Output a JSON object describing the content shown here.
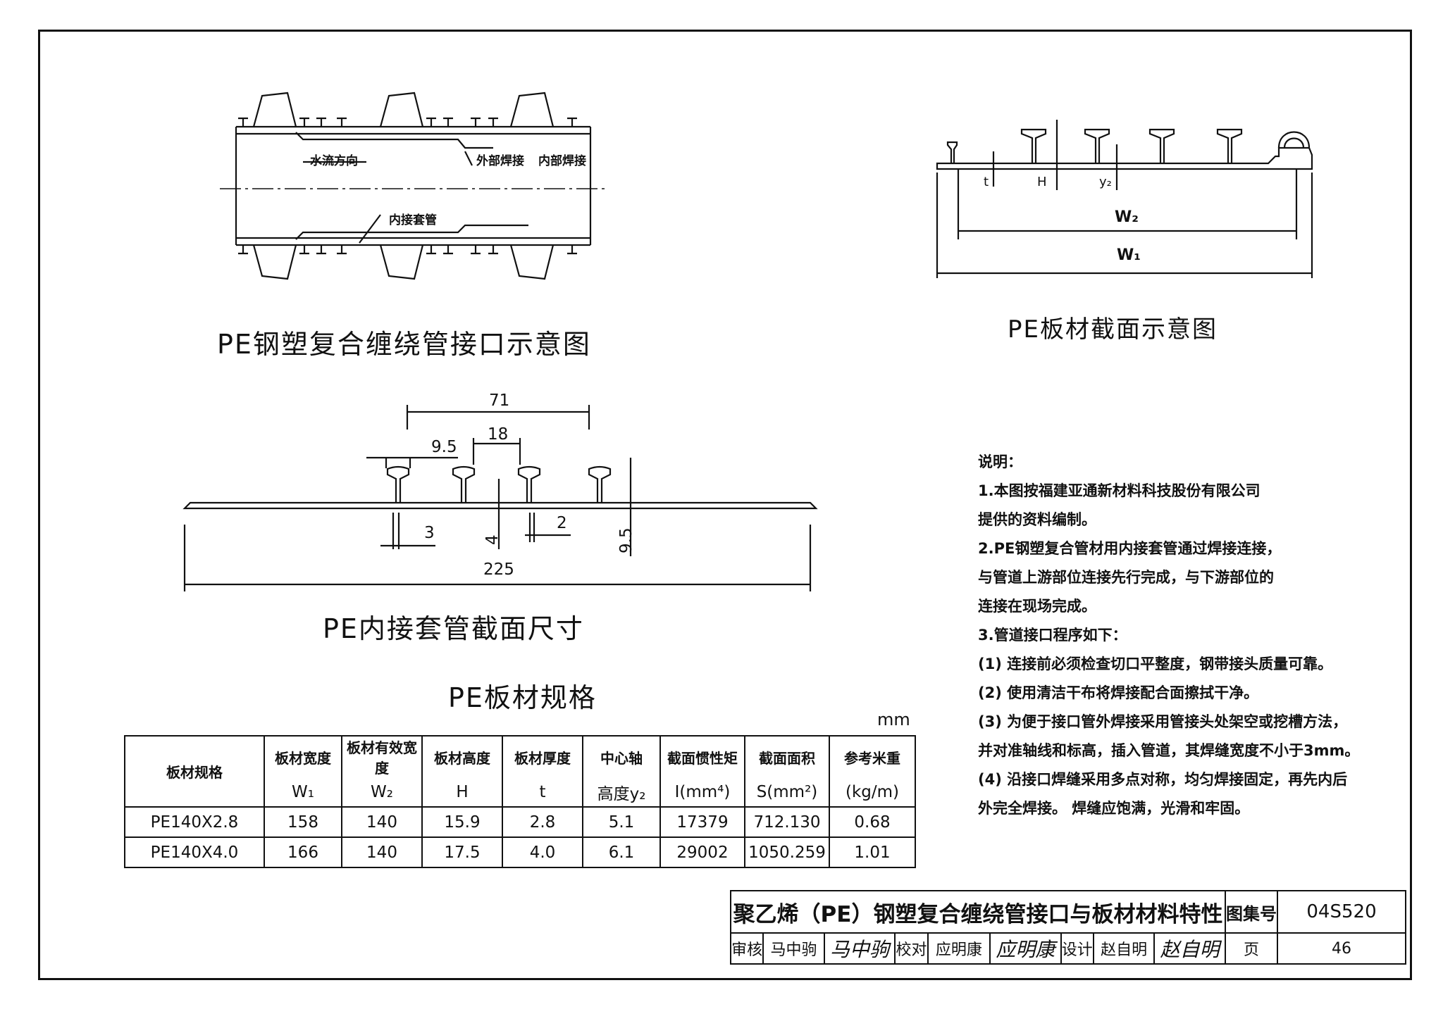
{
  "captions": {
    "joint": "PE钢塑复合缠绕管接口示意图",
    "section": "PE板材截面示意图",
    "sleeve": "PE内接套管截面尺寸",
    "table_title": "PE板材规格"
  },
  "joint_labels": {
    "flow": "水流方向",
    "outer_weld": "外部焊接",
    "inner_weld": "内部焊接",
    "sleeve": "内接套管"
  },
  "section_labels": {
    "t": "t",
    "H": "H",
    "y2": "y₂",
    "W2": "W₂",
    "W1": "W₁"
  },
  "sleeve_dims": {
    "d71": "71",
    "d18": "18",
    "d9_5_top": "9.5",
    "d3": "3",
    "d4": "4",
    "d2": "2",
    "d9_5_side": "9.5",
    "d225": "225"
  },
  "notes": [
    "说明：",
    "1.本图按福建亚通新材料科技股份有限公司",
    "提供的资料编制。",
    "2.PE钢塑复合管材用内接套管通过焊接连接，",
    "与管道上游部位连接先行完成，与下游部位的",
    "连接在现场完成。",
    "3.管道接口程序如下：",
    "(1)  连接前必须检查切口平整度，钢带接头质量可靠。",
    "(2)  使用清洁干布将焊接配合面擦拭干净。",
    "(3)  为便于接口管外焊接采用管接头处架空或挖槽方法，",
    "并对准轴线和标高，插入管道，其焊缝宽度不小于3mm。",
    "(4)  沿接口焊缝采用多点对称，均匀焊接固定，再先内后",
    "外完全焊接。  焊缝应饱满，光滑和牢固。"
  ],
  "table": {
    "unit": "mm",
    "headers": [
      [
        "板材规格",
        ""
      ],
      [
        "板材宽度",
        "W₁"
      ],
      [
        "板材有效宽度",
        "W₂"
      ],
      [
        "板材高度",
        "H"
      ],
      [
        "板材厚度",
        "t"
      ],
      [
        "中心轴",
        "高度y₂"
      ],
      [
        "截面惯性矩",
        "I(mm⁴)"
      ],
      [
        "截面面积",
        "S(mm²)"
      ],
      [
        "参考米重",
        "(kg/m)"
      ]
    ],
    "rows": [
      [
        "PE140X2.8",
        "158",
        "140",
        "15.9",
        "2.8",
        "5.1",
        "17379",
        "712.130",
        "0.68"
      ],
      [
        "PE140X4.0",
        "166",
        "140",
        "17.5",
        "4.0",
        "6.1",
        "29002",
        "1050.259",
        "1.01"
      ]
    ]
  },
  "title_block": {
    "title": "聚乙烯（PE）钢塑复合缠绕管接口与板材材料特性",
    "atlas_label": "图集号",
    "atlas_no": "04S520",
    "review_label": "审核",
    "reviewer": "马中驹",
    "reviewer_sig": "马中驹",
    "check_label": "校对",
    "checker": "应明康",
    "checker_sig": "应明康",
    "design_label": "设计",
    "designer": "赵自明",
    "designer_sig": "赵自明",
    "page_label": "页",
    "page_no": "46"
  }
}
